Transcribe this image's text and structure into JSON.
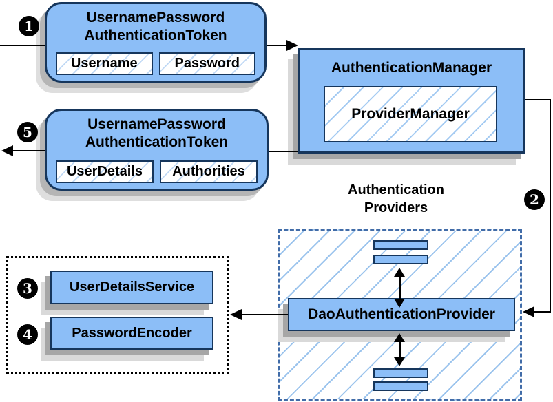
{
  "diagram": {
    "steps": {
      "s1": "1",
      "s2": "2",
      "s3": "3",
      "s4": "4",
      "s5": "5"
    },
    "token_request": {
      "title_line1": "UsernamePassword",
      "title_line2": "AuthenticationToken",
      "fields": [
        "Username",
        "Password"
      ]
    },
    "auth_manager": {
      "title": "AuthenticationManager",
      "inner": "ProviderManager"
    },
    "token_response": {
      "title_line1": "UsernamePassword",
      "title_line2": "AuthenticationToken",
      "fields": [
        "UserDetails",
        "Authorities"
      ]
    },
    "providers_group": {
      "label_line1": "Authentication",
      "label_line2": "Providers",
      "provider": "DaoAuthenticationProvider"
    },
    "services_group": {
      "items": [
        "UserDetailsService",
        "PasswordEncoder"
      ]
    },
    "colors": {
      "box_fill": "#8cbef7",
      "box_border": "#16365c",
      "hatch_line": "#a5cbf2",
      "dashed_border": "#416ca8",
      "shadow_dark": "#a6a6a6",
      "shadow_light": "#d9d9d9",
      "connector": "#000000"
    }
  }
}
